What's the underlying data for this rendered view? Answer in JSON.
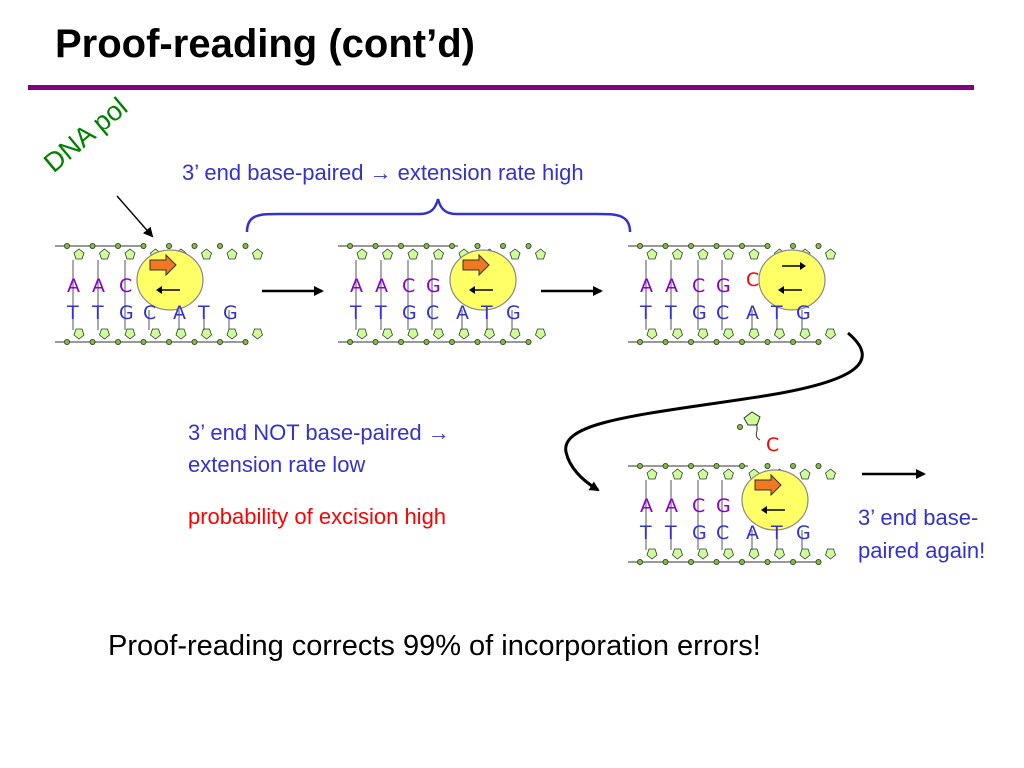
{
  "slide": {
    "title": "Proof-reading (cont’d)"
  },
  "labels": {
    "enzyme": "DNA pol",
    "paired_caption": "3’ end base-paired → extension rate high",
    "unpaired_caption_line1": "3’ end NOT base-paired →",
    "unpaired_caption_line2": "extension rate low",
    "excision_caption": "probability of excision high",
    "repaired_caption": "3’ end base-paired again!",
    "summary": "Proof-reading corrects 99% of incorporation errors!"
  },
  "strands": {
    "template": [
      "T",
      "T",
      "G",
      "C",
      "A",
      "T",
      "G"
    ],
    "panel1_primer": [
      "A",
      "A",
      "C"
    ],
    "panel2_primer": [
      "A",
      "A",
      "C",
      "G"
    ],
    "panel3_primer": [
      "A",
      "A",
      "C",
      "G",
      "C"
    ],
    "panel4_primer": [
      "A",
      "A",
      "C",
      "G"
    ],
    "excised_base": "C"
  },
  "colors": {
    "title_rule": "#800080",
    "enzyme_label": "#008000",
    "caption_blue": "#3333cc",
    "primer_purple": "#8a00d4",
    "template_blue": "#3333cc",
    "mismatch_red": "#ff0000",
    "polymerase_fill": "#ffff66",
    "arrow_orange": "#f07820",
    "nucleotide_green": "#ccff99"
  },
  "icons": [
    "polymerase-ball-icon",
    "extension-arrow-icon",
    "exonuclease-arrow-icon",
    "process-arrow-icon",
    "curved-arrow-icon"
  ]
}
